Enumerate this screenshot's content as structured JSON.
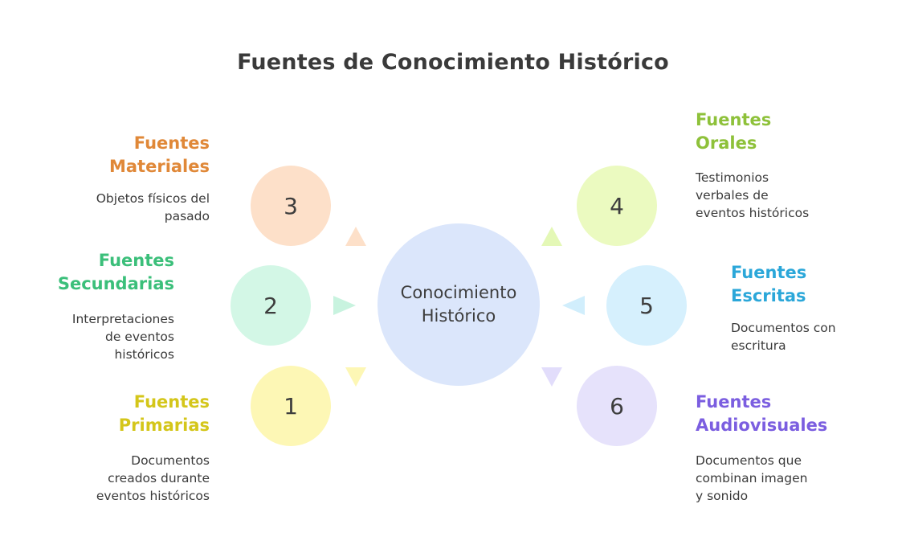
{
  "title": "Fuentes de Conocimiento Histórico",
  "center": {
    "line1": "Conocimiento",
    "line2": "Histórico",
    "color": "#dbe6fb"
  },
  "nodes": [
    {
      "number": "1",
      "title1": "Fuentes",
      "title2": "Primarias",
      "desc": [
        "Documentos",
        "creados durante",
        "eventos históricos"
      ],
      "circle_color": "#fdf7b5",
      "title_color": "#d4c61a"
    },
    {
      "number": "2",
      "title1": "Fuentes",
      "title2": "Secundarias",
      "desc": [
        "Interpretaciones",
        "de eventos",
        "históricos"
      ],
      "circle_color": "#d3f7e6",
      "title_color": "#3bbf7a"
    },
    {
      "number": "3",
      "title1": "Fuentes",
      "title2": "Materiales",
      "desc": [
        "Objetos físicos del",
        "pasado"
      ],
      "circle_color": "#fde0c9",
      "title_color": "#e08838"
    },
    {
      "number": "4",
      "title1": "Fuentes",
      "title2": "Orales",
      "desc": [
        "Testimonios",
        "verbales de",
        "eventos históricos"
      ],
      "circle_color": "#ebfac0",
      "title_color": "#8ec13a"
    },
    {
      "number": "5",
      "title1": "Fuentes",
      "title2": "Escritas",
      "desc": [
        "Documentos con",
        "escritura"
      ],
      "circle_color": "#d6f0fd",
      "title_color": "#2ba7d9"
    },
    {
      "number": "6",
      "title1": "Fuentes",
      "title2": "Audiovisuales",
      "desc": [
        "Documentos que",
        "combinan imagen",
        "y sonido"
      ],
      "circle_color": "#e6e2fb",
      "title_color": "#7b5ee0"
    }
  ]
}
